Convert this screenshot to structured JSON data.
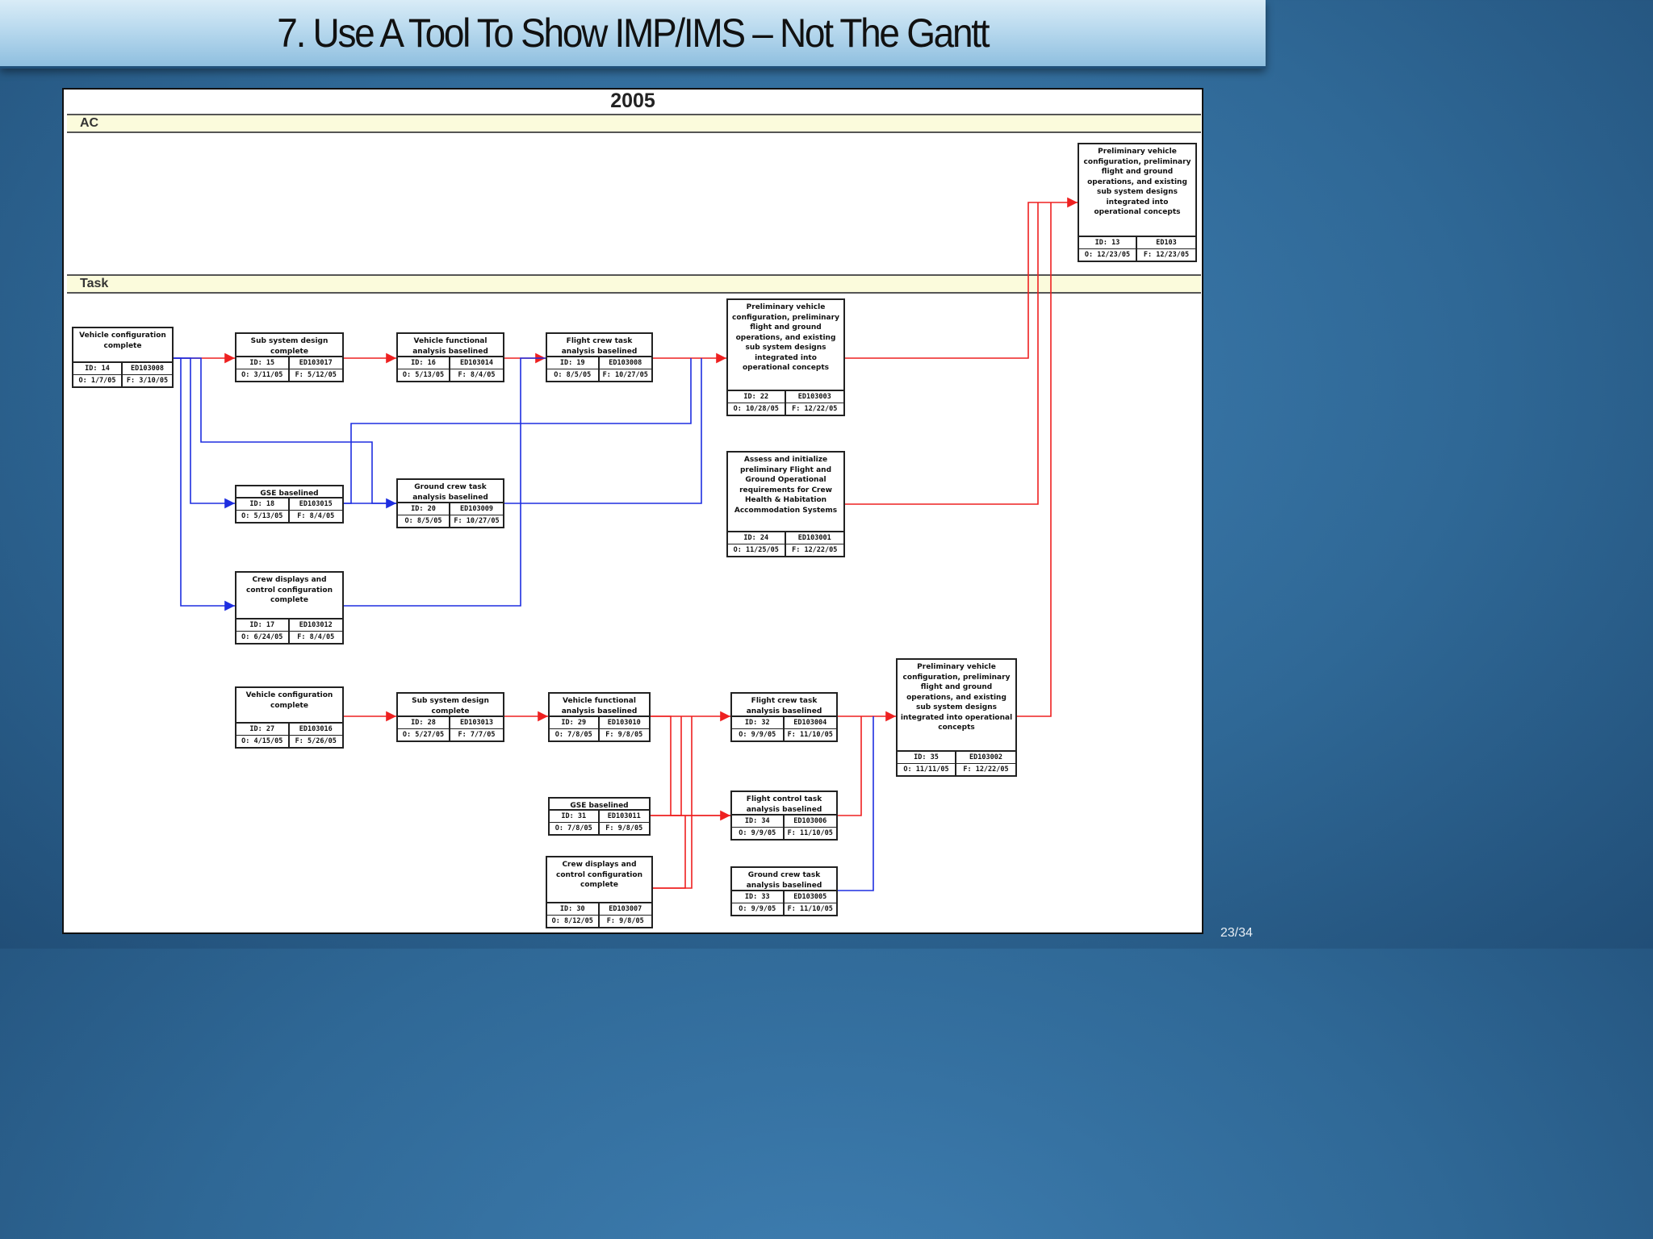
{
  "slide": {
    "title": "7. Use A Tool To Show IMP/IMS – Not The Gantt",
    "page_number": "23/34"
  },
  "diagram": {
    "year": "2005",
    "bands": [
      {
        "label": "AC"
      },
      {
        "label": "Task"
      }
    ],
    "colors": {
      "red": "#ee2020",
      "blue": "#1e2ee0"
    },
    "nodes": [
      {
        "key": "n14",
        "title": "Vehicle configuration complete",
        "id": "ID: 14",
        "wbs": "ED103008",
        "start": "O: 1/7/05",
        "finish": "F: 3/10/05"
      },
      {
        "key": "n15",
        "title": "Sub system design complete",
        "id": "ID: 15",
        "wbs": "ED103017",
        "start": "O: 3/11/05",
        "finish": "F: 5/12/05"
      },
      {
        "key": "n16",
        "title": "Vehicle functional analysis baselined",
        "id": "ID: 16",
        "wbs": "ED103014",
        "start": "O: 5/13/05",
        "finish": "F: 8/4/05"
      },
      {
        "key": "n19",
        "title": "Flight crew task analysis baselined",
        "id": "ID: 19",
        "wbs": "ED103008",
        "start": "O: 8/5/05",
        "finish": "F: 10/27/05"
      },
      {
        "key": "n22",
        "title": "Preliminary vehicle configuration, preliminary flight and ground operations, and existing sub system designs integrated into operational concepts",
        "id": "ID: 22",
        "wbs": "ED103003",
        "start": "O: 10/28/05",
        "finish": "F: 12/22/05"
      },
      {
        "key": "n13",
        "title": "Preliminary vehicle configuration, preliminary flight and ground operations, and existing sub system designs integrated into operational concepts",
        "id": "ID: 13",
        "wbs": "ED103",
        "start": "O: 12/23/05",
        "finish": "F: 12/23/05"
      },
      {
        "key": "n18",
        "title": "GSE baselined",
        "id": "ID: 18",
        "wbs": "ED103015",
        "start": "O: 5/13/05",
        "finish": "F: 8/4/05"
      },
      {
        "key": "n20",
        "title": "Ground crew task analysis baselined",
        "id": "ID: 20",
        "wbs": "ED103009",
        "start": "O: 8/5/05",
        "finish": "F: 10/27/05"
      },
      {
        "key": "n24",
        "title": "Assess and initialize preliminary Flight and Ground Operational requirements for Crew Health & Habitation Accommodation Systems",
        "id": "ID: 24",
        "wbs": "ED103001",
        "start": "O: 11/25/05",
        "finish": "F: 12/22/05"
      },
      {
        "key": "n17",
        "title": "Crew displays and control configuration complete",
        "id": "ID: 17",
        "wbs": "ED103012",
        "start": "O: 6/24/05",
        "finish": "F: 8/4/05"
      },
      {
        "key": "n27",
        "title": "Vehicle configuration complete",
        "id": "ID: 27",
        "wbs": "ED103016",
        "start": "O: 4/15/05",
        "finish": "F: 5/26/05"
      },
      {
        "key": "n28",
        "title": "Sub system design complete",
        "id": "ID: 28",
        "wbs": "ED103013",
        "start": "O: 5/27/05",
        "finish": "F: 7/7/05"
      },
      {
        "key": "n29",
        "title": "Vehicle functional analysis baselined",
        "id": "ID: 29",
        "wbs": "ED103010",
        "start": "O: 7/8/05",
        "finish": "F: 9/8/05"
      },
      {
        "key": "n32",
        "title": "Flight crew task analysis baselined",
        "id": "ID: 32",
        "wbs": "ED103004",
        "start": "O: 9/9/05",
        "finish": "F: 11/10/05"
      },
      {
        "key": "n35",
        "title": "Preliminary vehicle configuration, preliminary flight and ground operations, and existing sub system designs integrated into operational concepts",
        "id": "ID: 35",
        "wbs": "ED103002",
        "start": "O: 11/11/05",
        "finish": "F: 12/22/05"
      },
      {
        "key": "n31",
        "title": "GSE baselined",
        "id": "ID: 31",
        "wbs": "ED103011",
        "start": "O: 7/8/05",
        "finish": "F: 9/8/05"
      },
      {
        "key": "n34",
        "title": "Flight control task analysis baselined",
        "id": "ID: 34",
        "wbs": "ED103006",
        "start": "O: 9/9/05",
        "finish": "F: 11/10/05"
      },
      {
        "key": "n30",
        "title": "Crew displays and control configuration complete",
        "id": "ID: 30",
        "wbs": "ED103007",
        "start": "O: 8/12/05",
        "finish": "F: 9/8/05"
      },
      {
        "key": "n33",
        "title": "Ground crew task analysis baselined",
        "id": "ID: 33",
        "wbs": "ED103005",
        "start": "O: 9/9/05",
        "finish": "F: 11/10/05"
      }
    ]
  }
}
